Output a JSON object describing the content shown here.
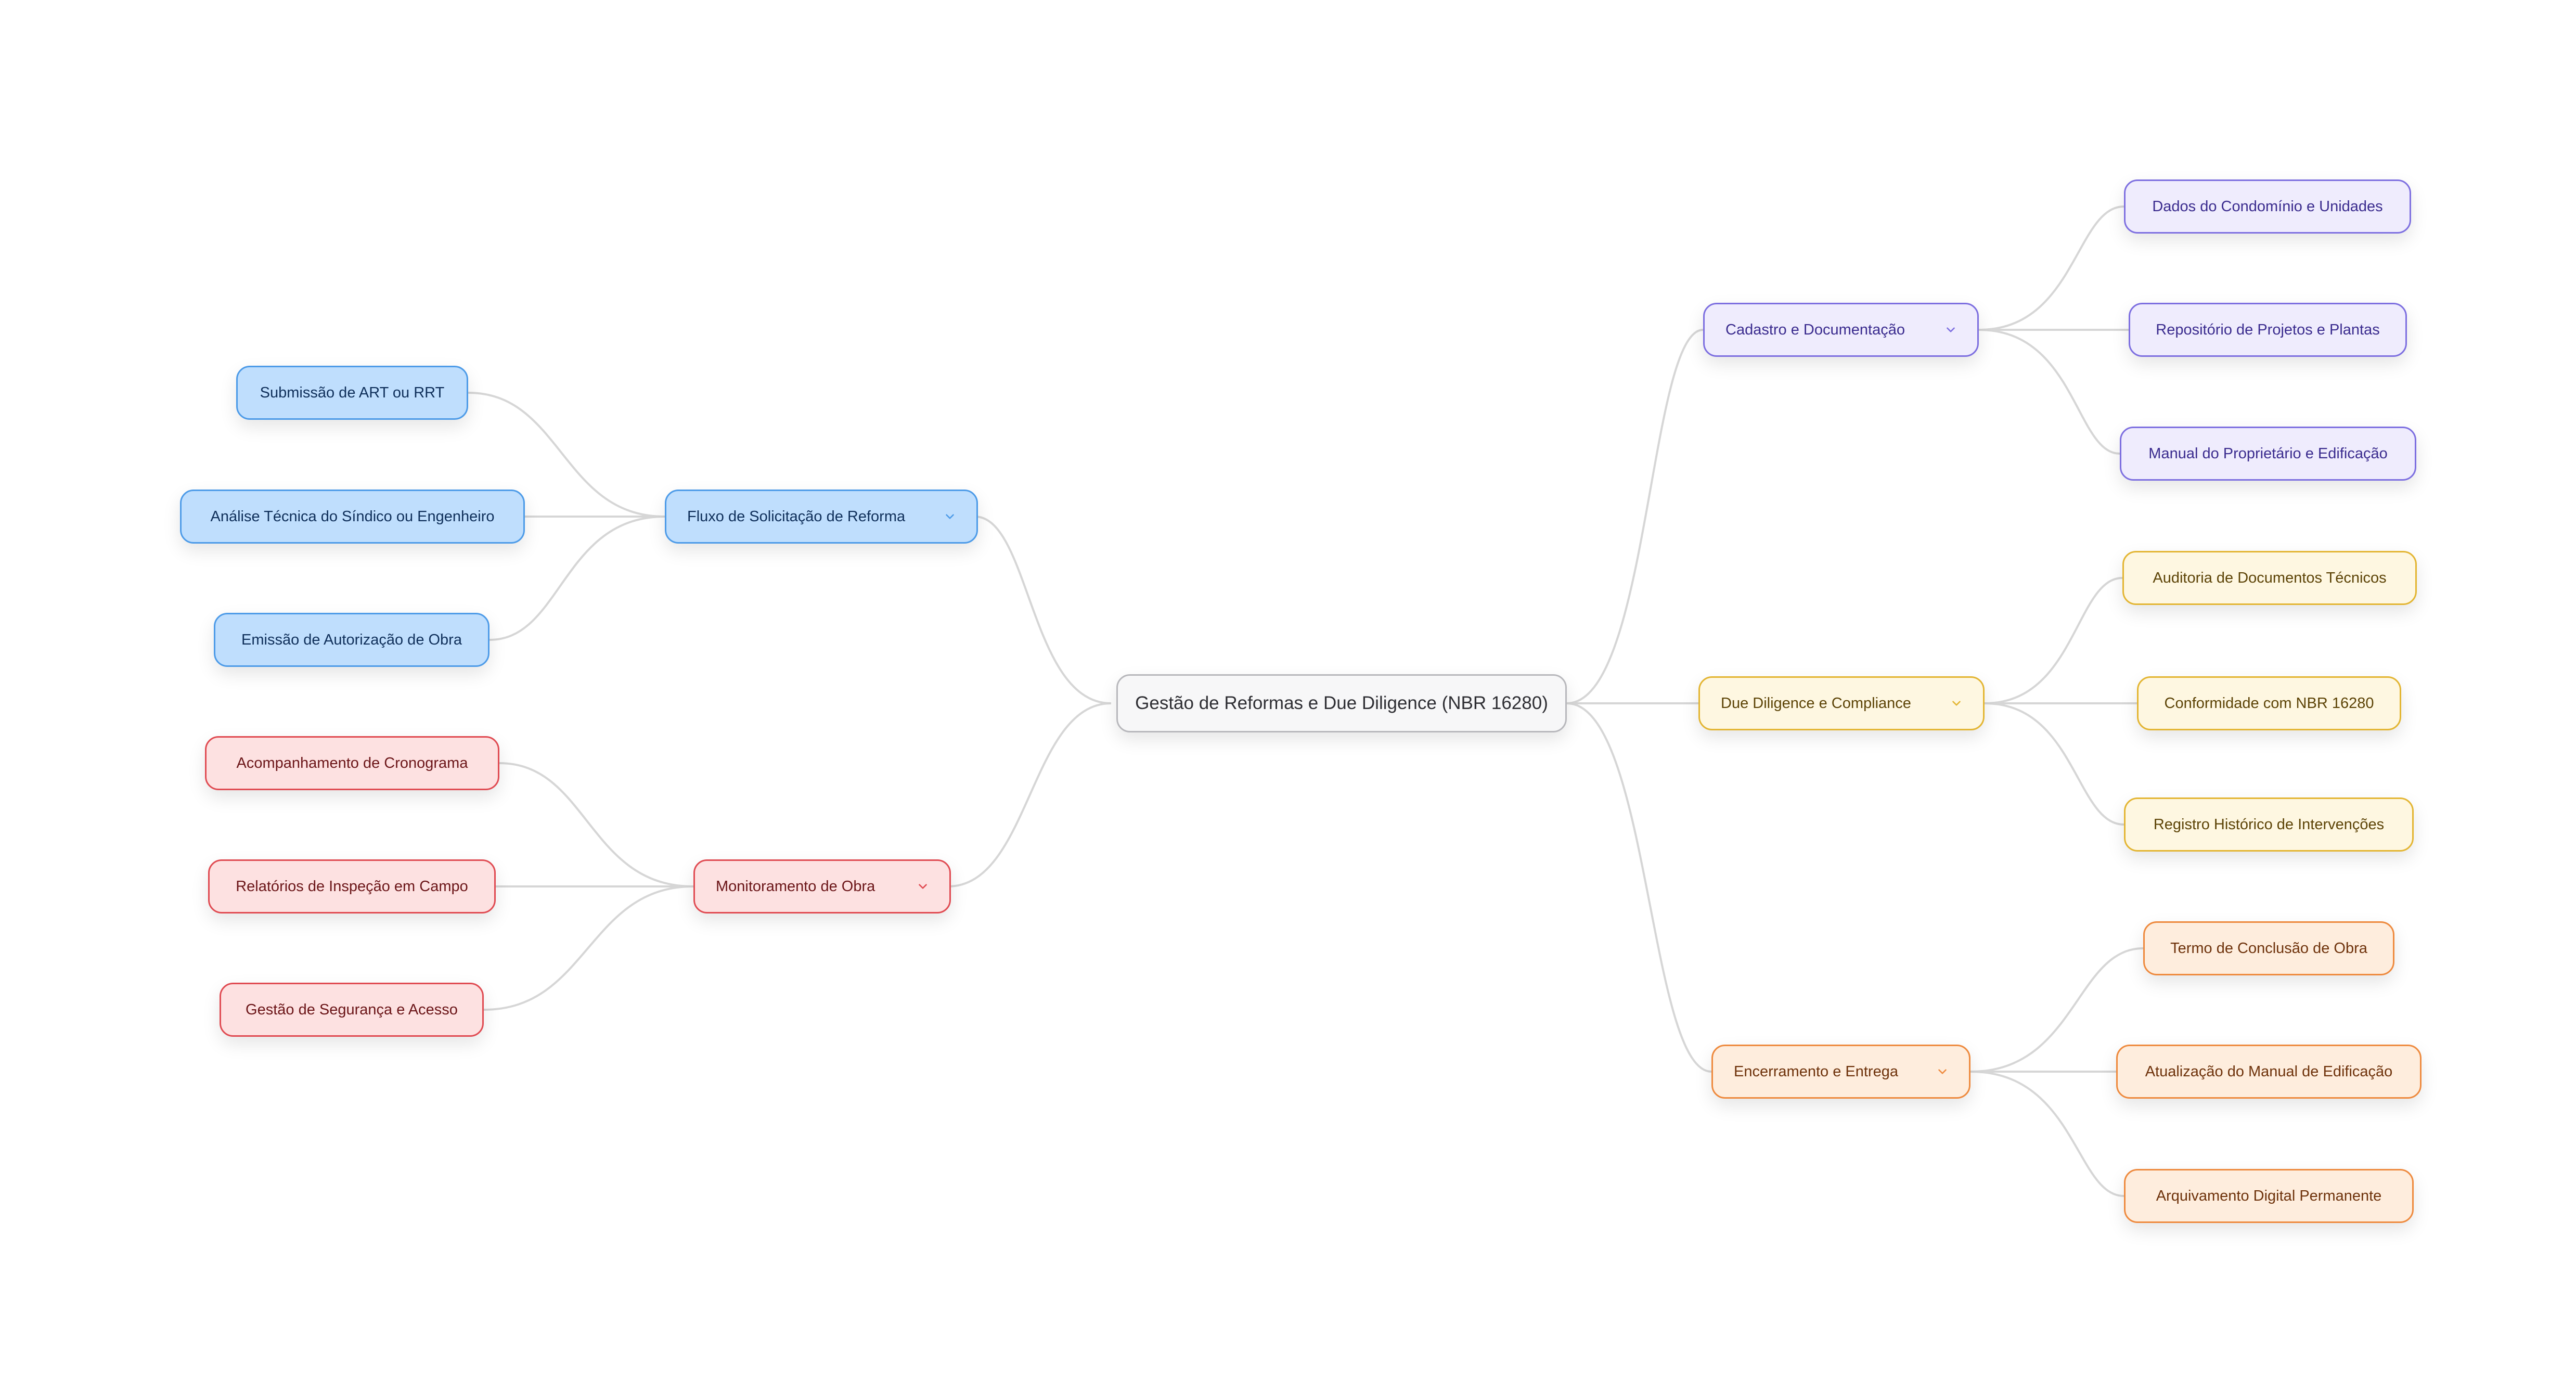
{
  "root": {
    "label": "Gestão de Reformas e Due Diligence (NBR 16280)"
  },
  "branches": {
    "fluxo": {
      "label": "Fluxo de Solicitação de Reforma",
      "children": [
        "Submissão de ART ou RRT",
        "Análise Técnica do Síndico ou Engenheiro",
        "Emissão de Autorização de Obra"
      ]
    },
    "monitoramento": {
      "label": "Monitoramento de Obra",
      "children": [
        "Acompanhamento de Cronograma",
        "Relatórios de Inspeção em Campo",
        "Gestão de Segurança e Acesso"
      ]
    },
    "cadastro": {
      "label": "Cadastro e Documentação",
      "children": [
        "Dados do Condomínio e Unidades",
        "Repositório de Projetos e Plantas",
        "Manual do Proprietário e Edificação"
      ]
    },
    "due": {
      "label": "Due Diligence e Compliance",
      "children": [
        "Auditoria de Documentos Técnicos",
        "Conformidade com NBR 16280",
        "Registro Histórico de Intervenções"
      ]
    },
    "encerramento": {
      "label": "Encerramento e Entrega",
      "children": [
        "Termo de Conclusão de Obra",
        "Atualização do Manual de Edificação",
        "Arquivamento Digital Permanente"
      ]
    }
  },
  "icons": {
    "collapse_toggle": "chevron-down-icon"
  },
  "colors": {
    "fluxo": "#4d9be8",
    "monitoramento": "#e04b52",
    "cadastro": "#7d6fe0",
    "due": "#e3b532",
    "encerramento": "#ee8a3e",
    "connector": "#d6d6d6"
  }
}
